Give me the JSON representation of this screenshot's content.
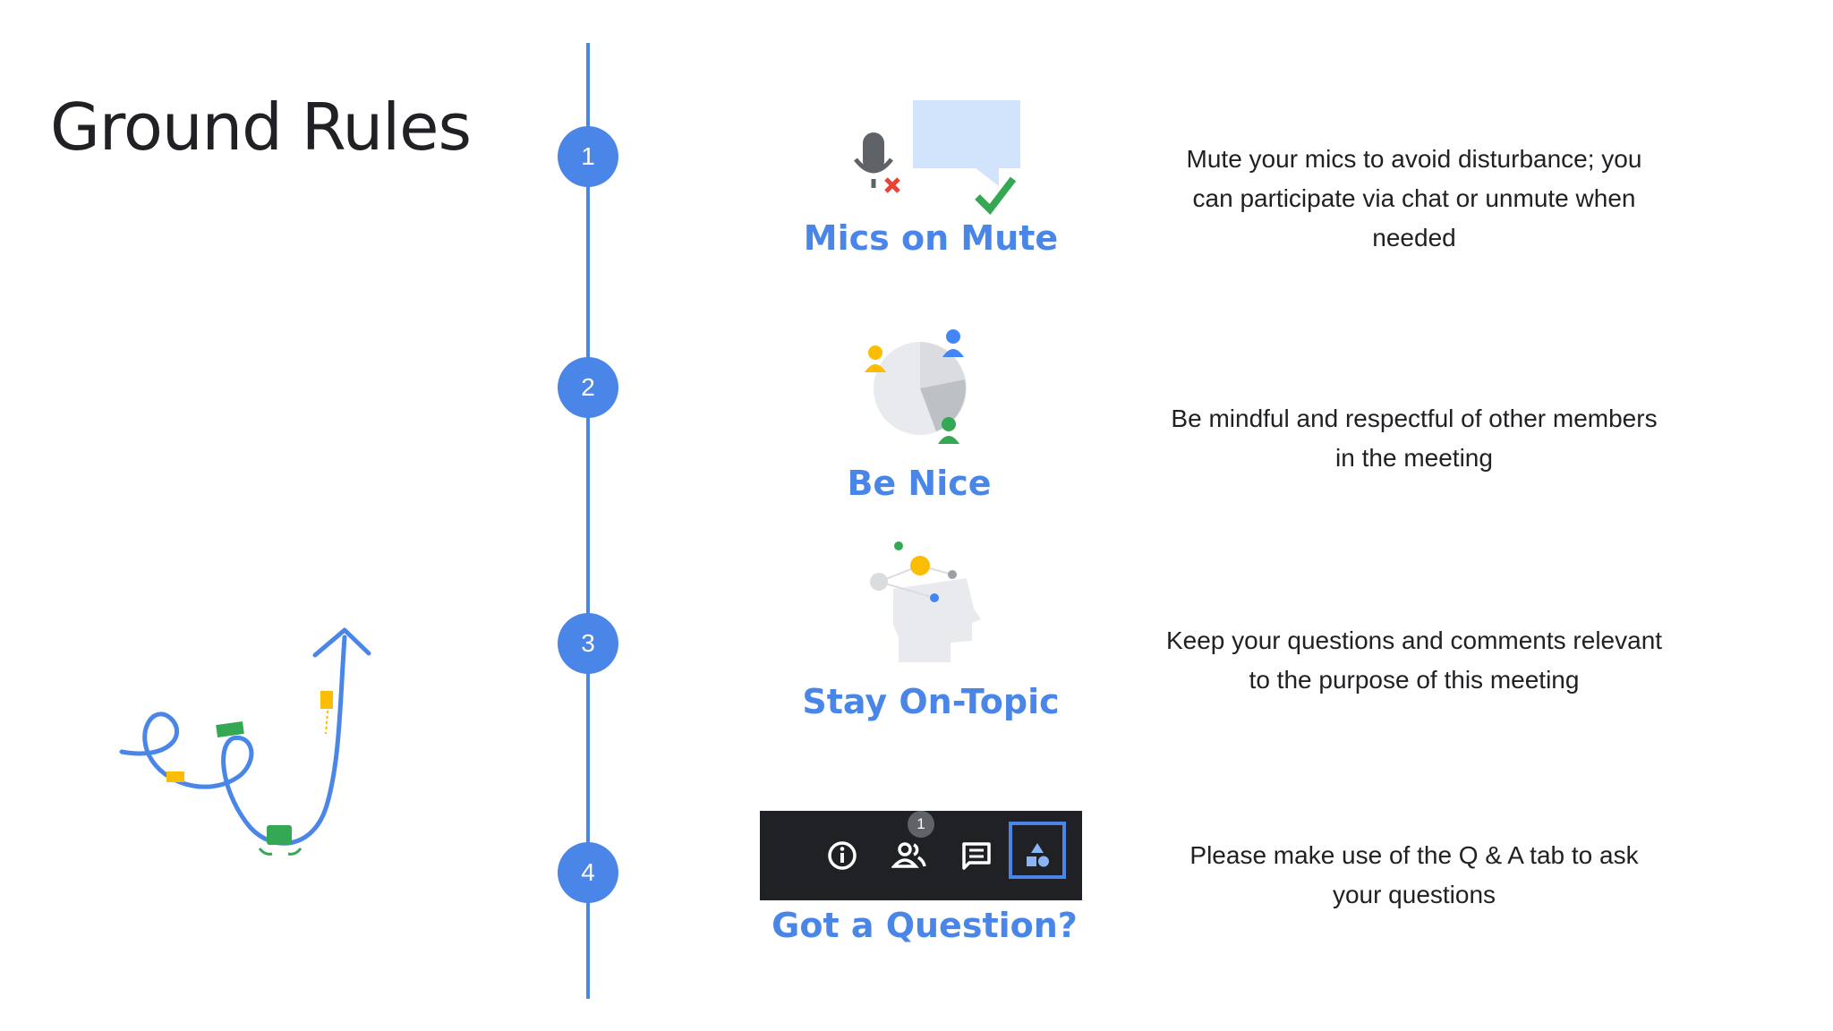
{
  "slide": {
    "title": "Ground Rules"
  },
  "colors": {
    "accent": "#4a86e8",
    "text": "#202124",
    "toolbar_bg": "#202124",
    "green": "#34a853",
    "yellow": "#fbbc04",
    "red": "#ea4335"
  },
  "rules": [
    {
      "number": "1",
      "title": "Mics on Mute",
      "description": "Mute your mics to avoid disturbance; you can participate via chat or unmute when needed",
      "icon": "mic-muted-chat-icon"
    },
    {
      "number": "2",
      "title": "Be Nice",
      "description": "Be mindful and respectful of other members in the meeting",
      "icon": "people-pie-icon"
    },
    {
      "number": "3",
      "title": "Stay On-Topic",
      "description": "Keep your questions and comments relevant to the purpose of this meeting",
      "icon": "head-ideas-icon"
    },
    {
      "number": "4",
      "title": "Got a Question?",
      "description": "Please make use of the Q & A tab to ask your questions",
      "icon": "meeting-toolbar-icon"
    }
  ],
  "toolbar": {
    "people_badge": "1",
    "buttons": [
      "info-icon",
      "people-icon",
      "chat-icon",
      "activities-icon"
    ],
    "active": "activities-icon"
  }
}
